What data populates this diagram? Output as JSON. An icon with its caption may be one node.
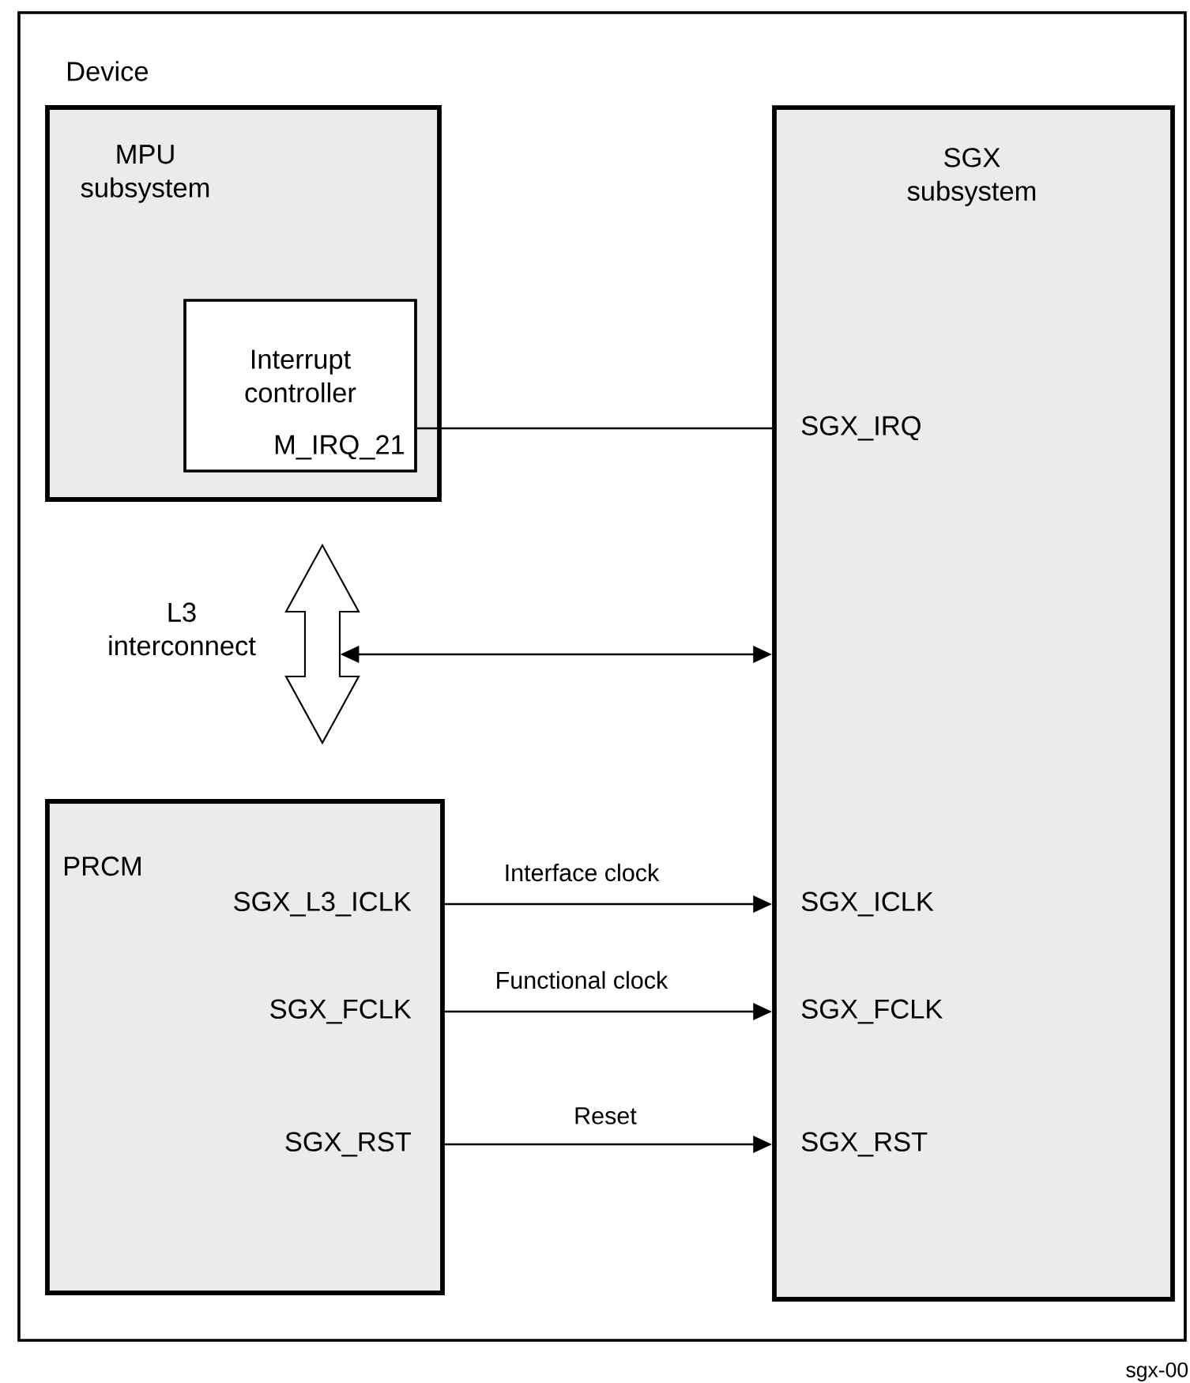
{
  "diagram": {
    "nodes": [
      {
        "text": [
          "Device"
        ]
      },
      {
        "text": [
          "MPU subsystem"
        ],
        "in": 0
      },
      {
        "text": [
          "Interrupt controller",
          "M_IRQ_21"
        ],
        "in": 1
      },
      {
        "text": [
          "SGX subsystem",
          "SGX_IRQ",
          "SGX_ICLK",
          "SGX_FCLK",
          "SGX_RST"
        ],
        "in": 0
      },
      {
        "text": [],
        "shape": "arrow",
        "beside": [
          "L3 interconnect"
        ],
        "in": 0
      },
      {
        "text": [
          "PRCM",
          "SGX_L3_ICLK",
          "SGX_FCLK",
          "SGX_RST"
        ],
        "in": 0
      }
    ],
    "edges": [
      {
        "from": 2,
        "to": 3,
        "arrow": "none"
      },
      {
        "from": 4,
        "to": 3,
        "arrow": "both"
      },
      {
        "from": 5,
        "to": 3,
        "arrow": "to",
        "label": "Interface clock"
      },
      {
        "from": 5,
        "to": 3,
        "arrow": "to",
        "label": "Functional clock"
      },
      {
        "from": 5,
        "to": 3,
        "arrow": "to",
        "label": "Reset"
      }
    ],
    "labels": [
      "sgx-00"
    ]
  }
}
